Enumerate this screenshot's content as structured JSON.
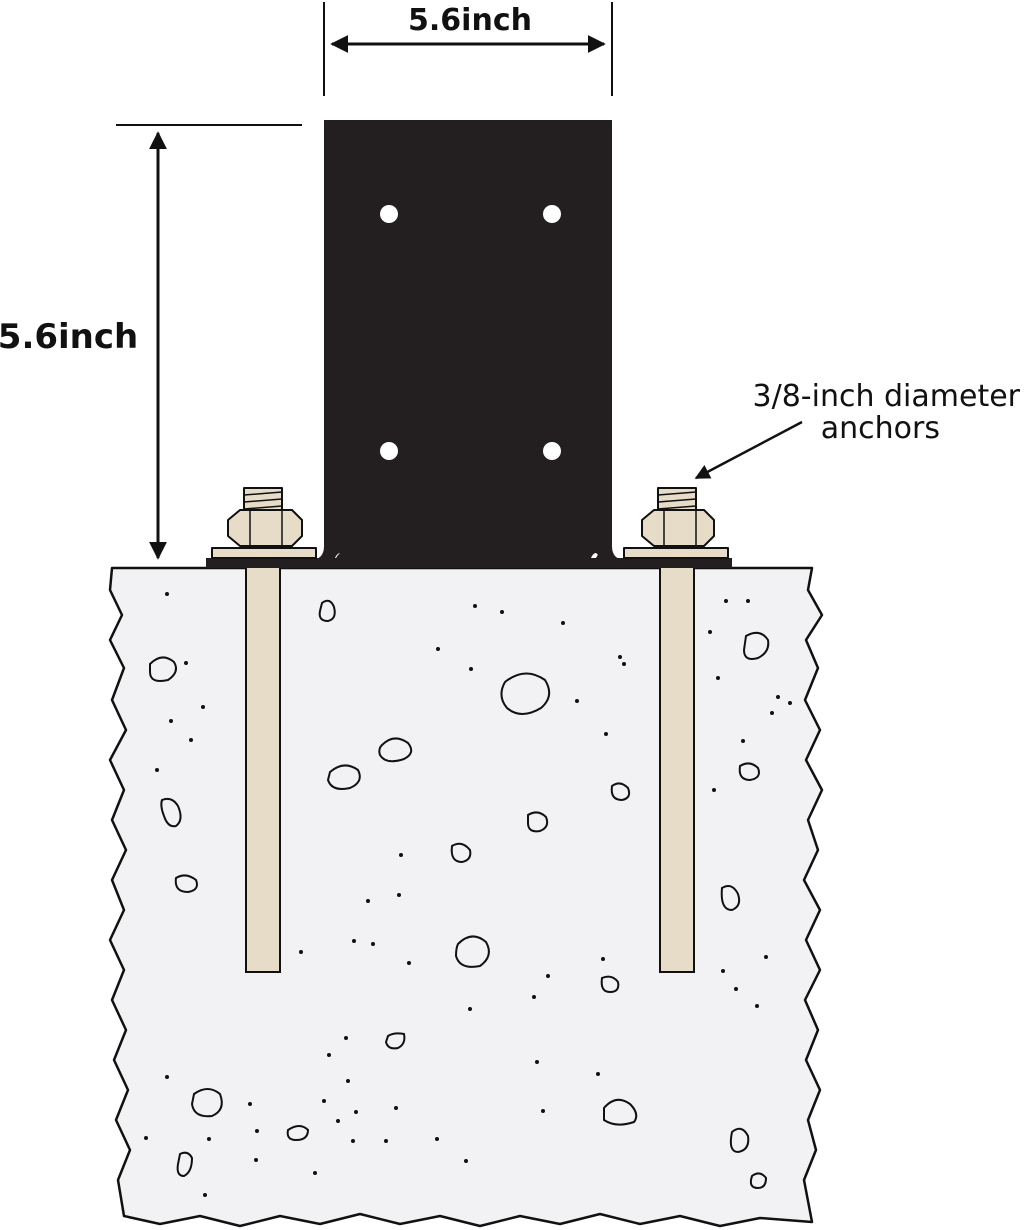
{
  "dimensions": {
    "width_label": "5.6inch",
    "height_label": "5.6inch"
  },
  "callout": {
    "line1": "3/8-inch diameter",
    "line2": "anchors"
  },
  "colors": {
    "bracket": "#231f20",
    "concrete": "#f2f2f4",
    "outline": "#111111",
    "anchor": "#e6dcc8",
    "background": "#ffffff"
  }
}
